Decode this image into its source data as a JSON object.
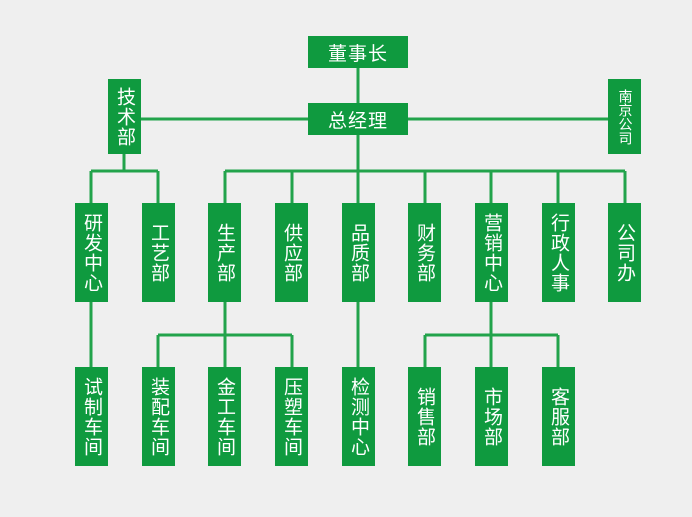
{
  "colors": {
    "box": "#0f9a3f",
    "line": "#22a34b",
    "background": "#efefef"
  },
  "org": {
    "chairman": "董事长",
    "gm": "总经理",
    "tech": "技术部",
    "nanjing": "南京公司",
    "departments": {
      "rd": "研发中心",
      "craft": "工艺部",
      "production": "生产部",
      "supply": "供应部",
      "quality": "品质部",
      "finance": "财务部",
      "marketing": "营销中心",
      "admin": "行政人事",
      "office": "公司办"
    },
    "subunits": {
      "trial": "试制车间",
      "assembly": "装配车间",
      "metal": "金工车间",
      "plastic": "压塑车间",
      "inspection": "检测中心",
      "sales": "销售部",
      "market": "市场部",
      "service": "客服部"
    }
  }
}
